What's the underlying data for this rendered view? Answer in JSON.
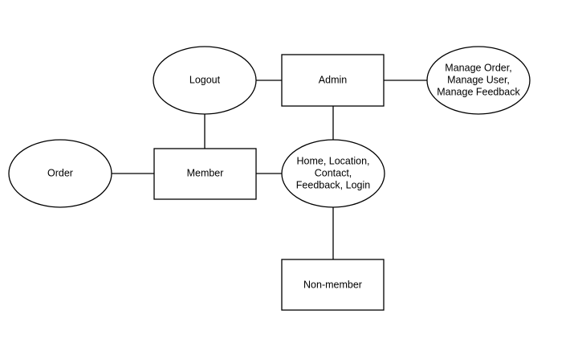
{
  "diagram": {
    "nodes": {
      "logout": {
        "label": "Logout",
        "shape": "ellipse"
      },
      "admin": {
        "label": "Admin",
        "shape": "rectangle"
      },
      "admin_functions": {
        "lines": [
          "Manage Order,",
          "Manage User,",
          "Manage Feedback"
        ],
        "shape": "ellipse"
      },
      "order": {
        "label": "Order",
        "shape": "ellipse"
      },
      "member": {
        "label": "Member",
        "shape": "rectangle"
      },
      "common_pages": {
        "lines": [
          "Home, Location,",
          "Contact,",
          "Feedback, Login"
        ],
        "shape": "ellipse"
      },
      "non_member": {
        "label": "Non-member",
        "shape": "rectangle"
      }
    },
    "edges": [
      {
        "from": "logout",
        "to": "admin"
      },
      {
        "from": "admin",
        "to": "admin_functions"
      },
      {
        "from": "logout",
        "to": "member"
      },
      {
        "from": "admin",
        "to": "common_pages"
      },
      {
        "from": "order",
        "to": "member"
      },
      {
        "from": "member",
        "to": "common_pages"
      },
      {
        "from": "common_pages",
        "to": "non_member"
      }
    ]
  }
}
